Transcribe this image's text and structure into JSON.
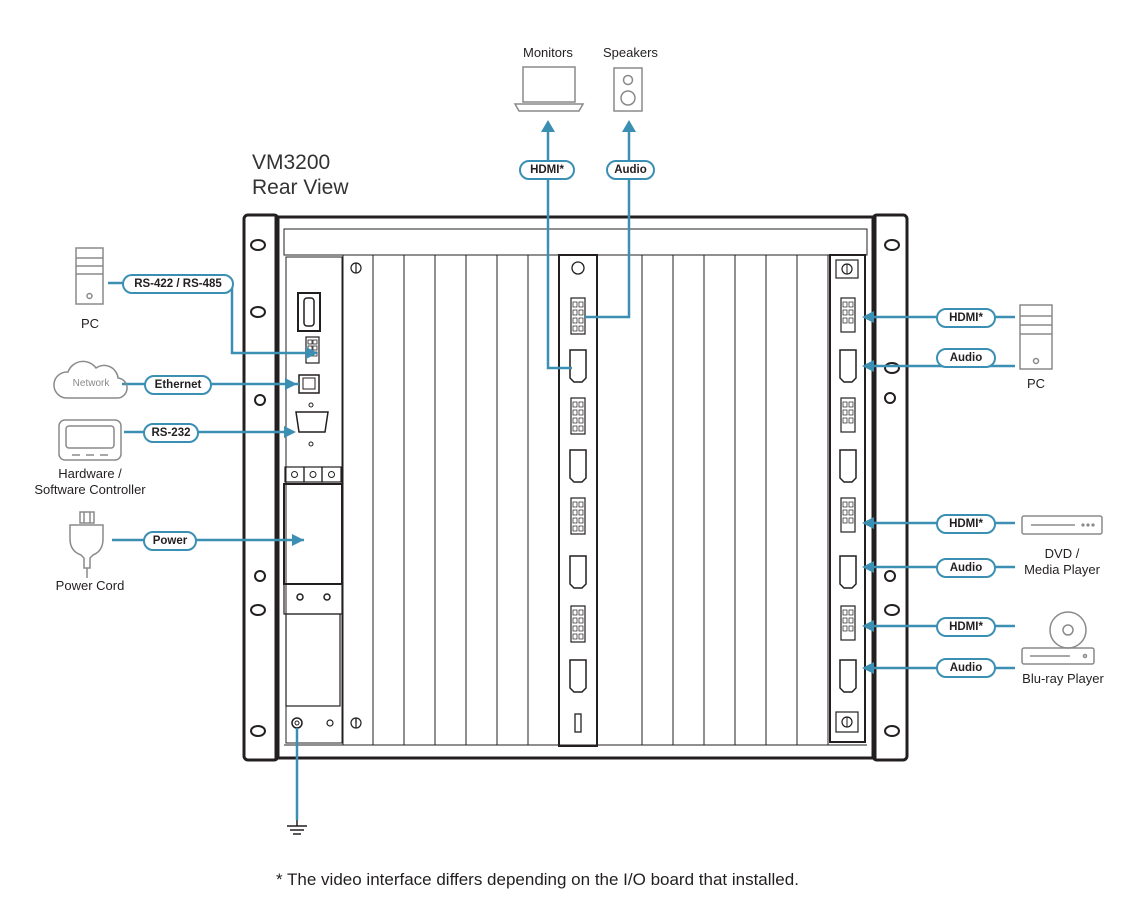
{
  "title": {
    "line1": "VM3200",
    "line2": "Rear View"
  },
  "devices": {
    "monitors": "Monitors",
    "speakers": "Speakers",
    "pc_left": "PC",
    "network": "Network",
    "controller_line1": "Hardware /",
    "controller_line2": "Software Controller",
    "power_cord": "Power Cord",
    "pc_right": "PC",
    "dvd_line1": "DVD /",
    "dvd_line2": "Media Player",
    "bluray": "Blu-ray Player"
  },
  "connections": {
    "hdmi_out": "HDMI*",
    "audio_out": "Audio",
    "rs422": "RS-422 / RS-485",
    "ethernet": "Ethernet",
    "rs232": "RS-232",
    "power": "Power",
    "hdmi_in_pc": "HDMI*",
    "audio_in_pc": "Audio",
    "hdmi_in_dvd": "HDMI*",
    "audio_in_dvd": "Audio",
    "hdmi_in_bluray": "HDMI*",
    "audio_in_bluray": "Audio"
  },
  "footnote": "* The video interface differs depending on the I/O board that installed.",
  "colors": {
    "line": "#3b8fb2",
    "outline": "#231f20",
    "device": "#8a8a8a"
  }
}
